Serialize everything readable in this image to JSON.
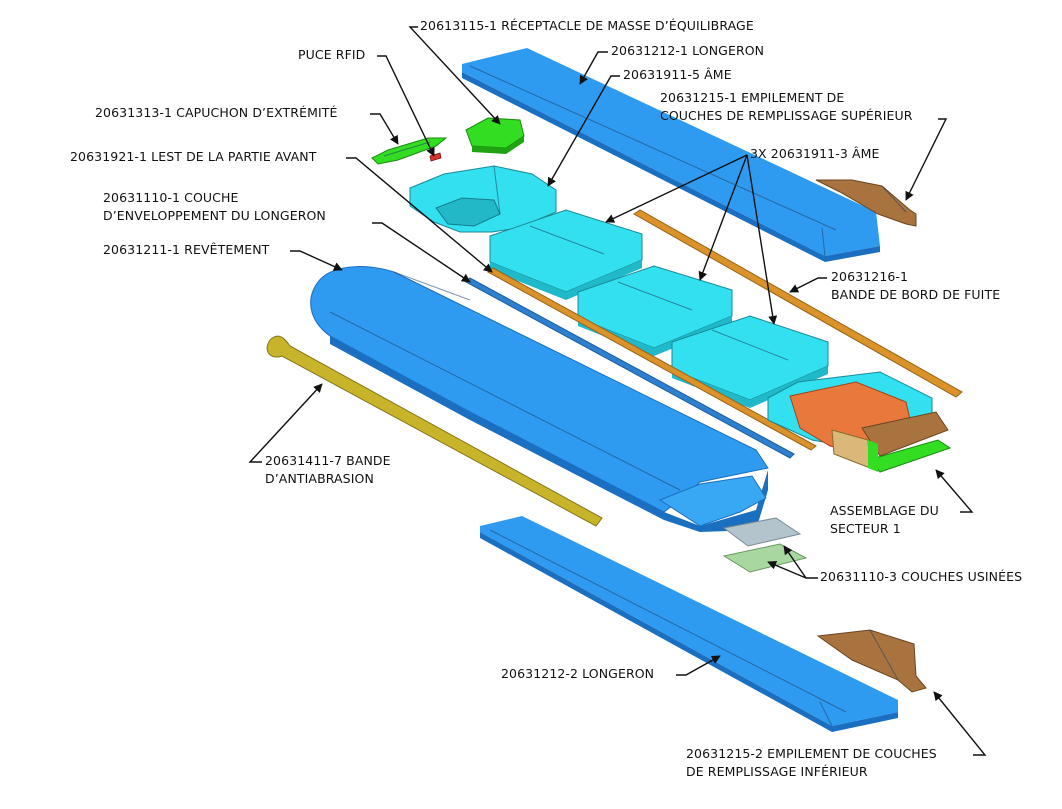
{
  "labels": {
    "receptacle": "20613115-1 RÉCEPTACLE DE MASSE D’ÉQUILIBRAGE",
    "rfid": "PUCE RFID",
    "spar_upper": "20631212-1 LONGERON",
    "core_5": "20631911-5 ÂME",
    "filler_upper_1": "20631215-1 EMPILEMENT DE",
    "filler_upper_2": "COUCHES DE REMPLISSAGE SUPÉRIEUR",
    "tip_cap": "20631313-1 CAPUCHON D’EXTRÉMITÉ",
    "lead_ballast": "20631921-1 LEST DE LA PARTIE AVANT",
    "cores_3x": "3X 20631911-3 ÂME",
    "spar_wrap_1": "20631110-1 COUCHE",
    "spar_wrap_2": "D’ENVELOPPEMENT DU LONGERON",
    "skin": "20631211-1 REVÊTEMENT",
    "trailing_edge_1": "20631216-1",
    "trailing_edge_2": "BANDE DE BORD DE FUITE",
    "anti_abrasion_1": "20631411-7 BANDE",
    "anti_abrasion_2": "D’ANTIABRASION",
    "sector_1": "ASSEMBLAGE DU",
    "sector_2": "SECTEUR 1",
    "machined_plies": "20631110-3 COUCHES USINÉES",
    "spar_lower": "20631212-2 LONGERON",
    "filler_lower_1": "20631215-2 EMPILEMENT DE COUCHES",
    "filler_lower_2": "DE REMPLISSAGE INFÉRIEUR"
  },
  "colors": {
    "blue_part": "#2f9bf0",
    "cyan_core": "#33e0ef",
    "green_part": "#33dd22",
    "orange_part": "#e8783c",
    "brown_filler": "#a8733f",
    "amber_strip": "#d9932a",
    "olive_strip": "#c8b42a",
    "leader": "#111111"
  }
}
